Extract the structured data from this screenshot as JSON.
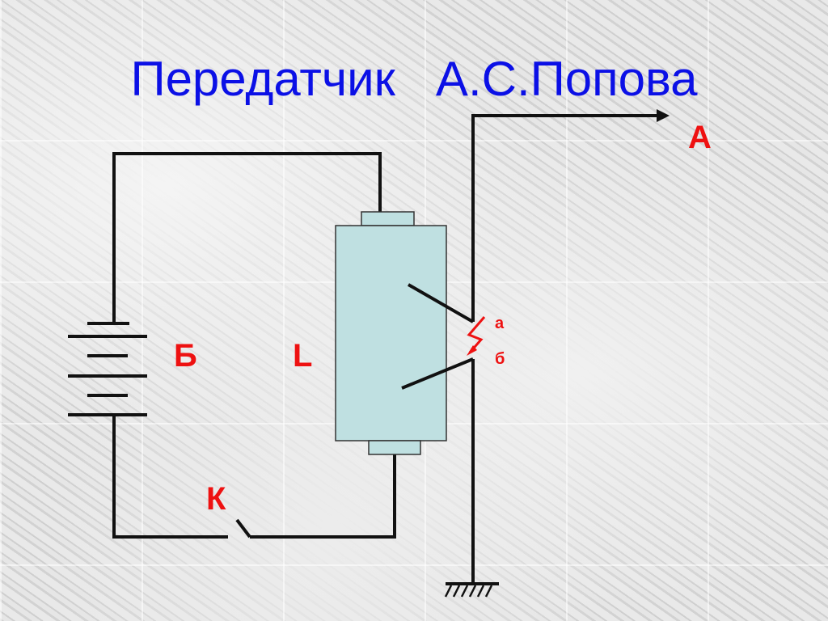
{
  "slide": {
    "title": "Передатчик   А.С.Попова"
  },
  "labels": {
    "antenna": "А",
    "battery": "Б",
    "inductor": "L",
    "key": "К",
    "gap_a": "а",
    "gap_b": "б"
  },
  "colors": {
    "title": "#0b10e6",
    "labels": "#ee1111",
    "wire": "#111111",
    "coil_body": "#bfe0e1"
  }
}
